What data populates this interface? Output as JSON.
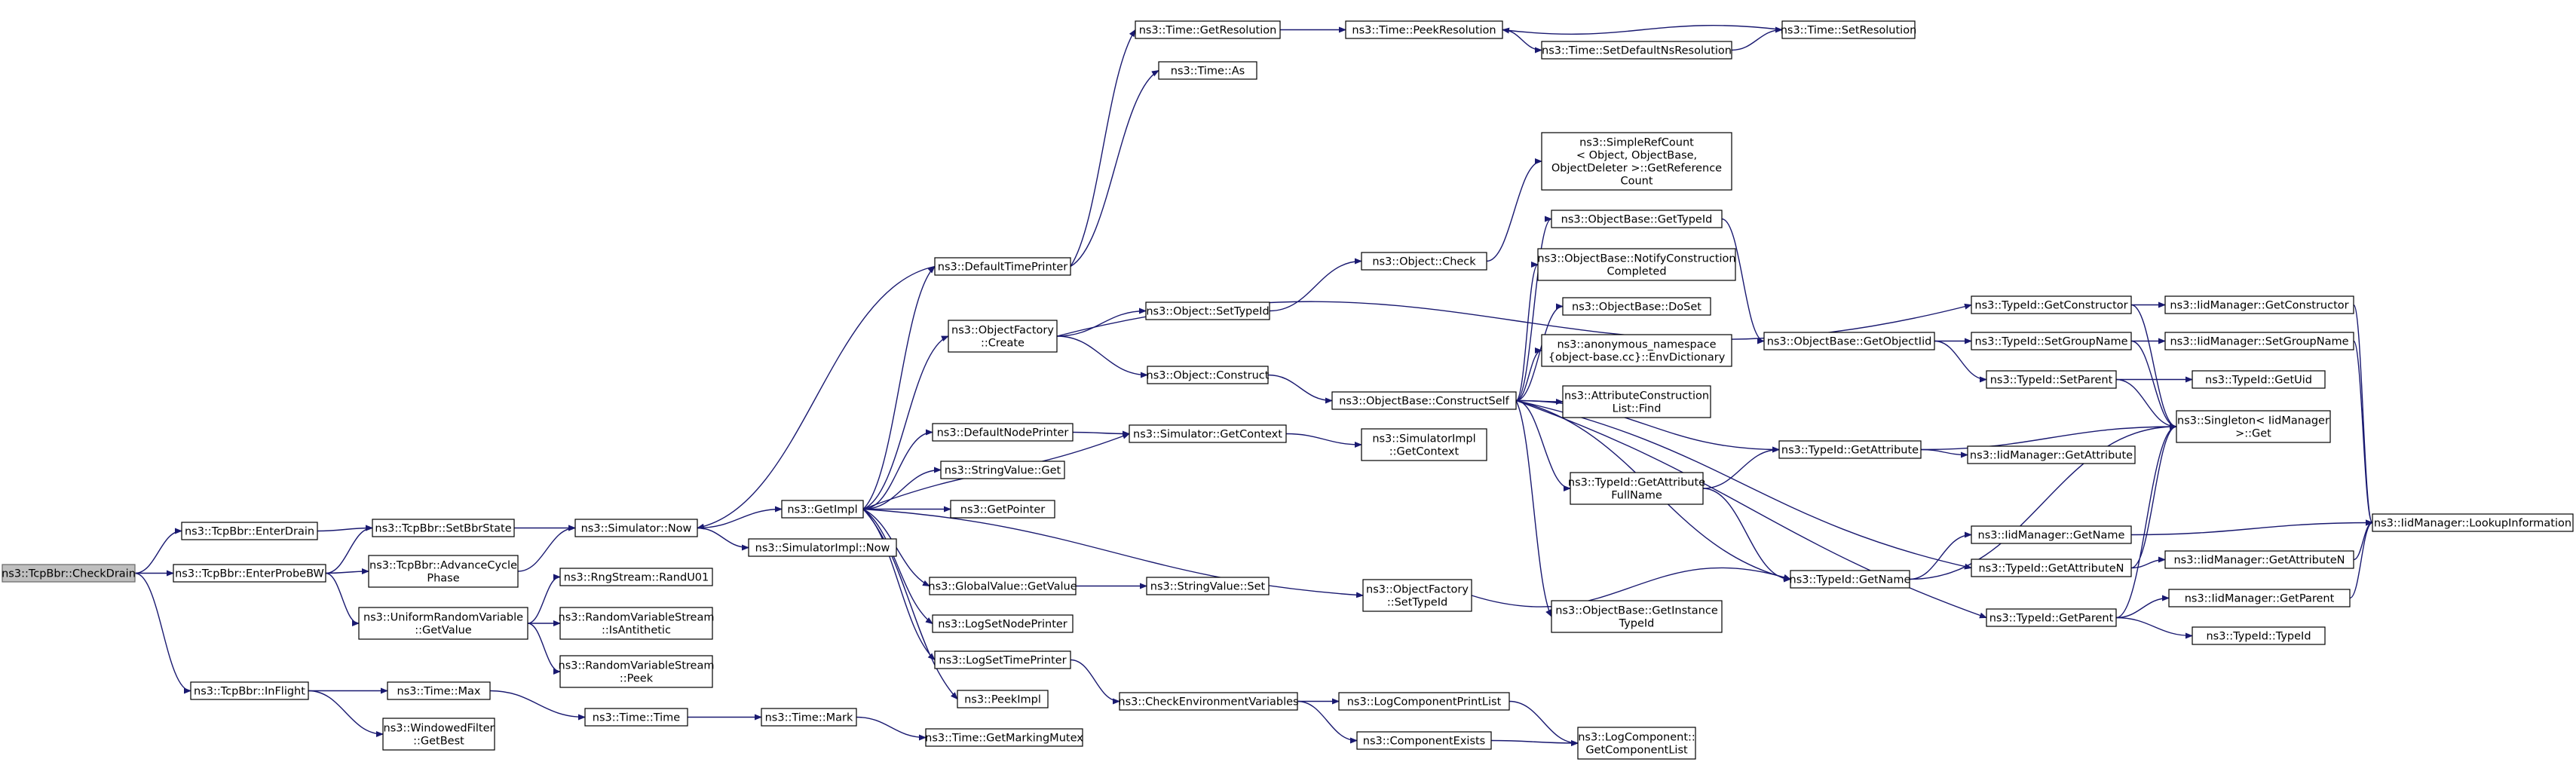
{
  "colors": {
    "edge": "#191970",
    "root_fill": "#bfbfbf",
    "node_border": "#000000",
    "highlight_border": "#ff0000"
  },
  "nodes": {
    "checkDrain": [
      "ns3::TcpBbr::CheckDrain"
    ],
    "enterDrain": [
      "ns3::TcpBbr::EnterDrain"
    ],
    "enterProbeBW": [
      "ns3::TcpBbr::EnterProbeBW"
    ],
    "inFlight": [
      "ns3::TcpBbr::InFlight"
    ],
    "setBbrState": [
      "ns3::TcpBbr::SetBbrState"
    ],
    "advanceCycle": [
      "ns3::TcpBbr::AdvanceCycle",
      "Phase"
    ],
    "uniformGetValue": [
      "ns3::UniformRandomVariable",
      "::GetValue"
    ],
    "timeMax": [
      "ns3::Time::Max"
    ],
    "windowedGetBest": [
      "ns3::WindowedFilter",
      "::GetBest"
    ],
    "simNow": [
      "ns3::Simulator::Now"
    ],
    "rngRand": [
      "ns3::RngStream::RandU01"
    ],
    "isAntithetic": [
      "ns3::RandomVariableStream",
      "::IsAntithetic"
    ],
    "peek": [
      "ns3::RandomVariableStream",
      "::Peek"
    ],
    "timeTime": [
      "ns3::Time::Time"
    ],
    "getImpl": [
      "ns3::GetImpl"
    ],
    "simImplNow": [
      "ns3::SimulatorImpl::Now"
    ],
    "timeMark": [
      "ns3::Time::Mark"
    ],
    "defaultTimePrinter": [
      "ns3::DefaultTimePrinter"
    ],
    "objFactoryCreate": [
      "ns3::ObjectFactory",
      "::Create"
    ],
    "defaultNodePrinter": [
      "ns3::DefaultNodePrinter"
    ],
    "stringValueGet": [
      "ns3::StringValue::Get"
    ],
    "getPointer": [
      "ns3::GetPointer"
    ],
    "globalGetValue": [
      "ns3::GlobalValue::GetValue"
    ],
    "logSetNodePrinter": [
      "ns3::LogSetNodePrinter"
    ],
    "logSetTimePrinter": [
      "ns3::LogSetTimePrinter"
    ],
    "peekImpl": [
      "ns3::PeekImpl"
    ],
    "getMarkingMutex": [
      "ns3::Time::GetMarkingMutex"
    ],
    "getResolution": [
      "ns3::Time::GetResolution"
    ],
    "timeAs": [
      "ns3::Time::As"
    ],
    "objSetTypeId": [
      "ns3::Object::SetTypeId"
    ],
    "objConstruct": [
      "ns3::Object::Construct"
    ],
    "simGetContext": [
      "ns3::Simulator::GetContext"
    ],
    "stringValueSet": [
      "ns3::StringValue::Set"
    ],
    "objFactorySetTypeId": [
      "ns3::ObjectFactory",
      "::SetTypeId"
    ],
    "checkEnvVars": [
      "ns3::CheckEnvironmentVariables"
    ],
    "peekResolution": [
      "ns3::Time::PeekResolution"
    ],
    "objCheck": [
      "ns3::Object::Check"
    ],
    "simImplGetContext": [
      "ns3::SimulatorImpl",
      "::GetContext"
    ],
    "logCompPrintList": [
      "ns3::LogComponentPrintList"
    ],
    "compExists": [
      "ns3::ComponentExists"
    ],
    "setDefaultNsRes": [
      "ns3::Time::SetDefaultNsResolution"
    ],
    "simpleRefCount": [
      "ns3::SimpleRefCount",
      "< Object, ObjectBase,",
      " ObjectDeleter >::GetReference",
      "Count"
    ],
    "objBaseGetTypeId": [
      "ns3::ObjectBase::GetTypeId"
    ],
    "notifyConstruction": [
      "ns3::ObjectBase::NotifyConstruction",
      "Completed"
    ],
    "objBaseDoSet": [
      "ns3::ObjectBase::DoSet"
    ],
    "envDictionary": [
      "ns3::anonymous_namespace",
      "{object-base.cc}::EnvDictionary"
    ],
    "constructSelf": [
      "ns3::ObjectBase::ConstructSelf"
    ],
    "attrConstructionFind": [
      "ns3::AttributeConstruction",
      "List::Find"
    ],
    "getAttributeFullName": [
      "ns3::TypeId::GetAttribute",
      "FullName"
    ],
    "getInstanceTypeId": [
      "ns3::ObjectBase::GetInstance",
      "TypeId"
    ],
    "logCompGetList": [
      "ns3::LogComponent::",
      "GetComponentList"
    ],
    "timeSetResolution": [
      "ns3::Time::SetResolution"
    ],
    "getObjectIid": [
      "ns3::ObjectBase::GetObjectIid"
    ],
    "typeIdGetAttribute": [
      "ns3::TypeId::GetAttribute"
    ],
    "typeIdGetName": [
      "ns3::TypeId::GetName"
    ],
    "typeIdGetConstructor": [
      "ns3::TypeId::GetConstructor"
    ],
    "typeIdSetGroupName": [
      "ns3::TypeId::SetGroupName"
    ],
    "typeIdSetParent": [
      "ns3::TypeId::SetParent"
    ],
    "iidGetAttribute": [
      "ns3::IidManager::GetAttribute"
    ],
    "iidGetName": [
      "ns3::IidManager::GetName"
    ],
    "typeIdGetAttributeN": [
      "ns3::TypeId::GetAttributeN"
    ],
    "typeIdGetParent": [
      "ns3::TypeId::GetParent"
    ],
    "iidGetConstructor": [
      "ns3::IidManager::GetConstructor"
    ],
    "iidSetGroupName": [
      "ns3::IidManager::SetGroupName"
    ],
    "typeIdGetUid": [
      "ns3::TypeId::GetUid"
    ],
    "singletonGet": [
      "ns3::Singleton< IidManager",
      " >::Get"
    ],
    "iidGetAttributeN": [
      "ns3::IidManager::GetAttributeN"
    ],
    "iidGetParent": [
      "ns3::IidManager::GetParent"
    ],
    "typeIdTypeId": [
      "ns3::TypeId::TypeId"
    ],
    "iidLookupInfo": [
      "ns3::IidManager::LookupInformation"
    ]
  }
}
